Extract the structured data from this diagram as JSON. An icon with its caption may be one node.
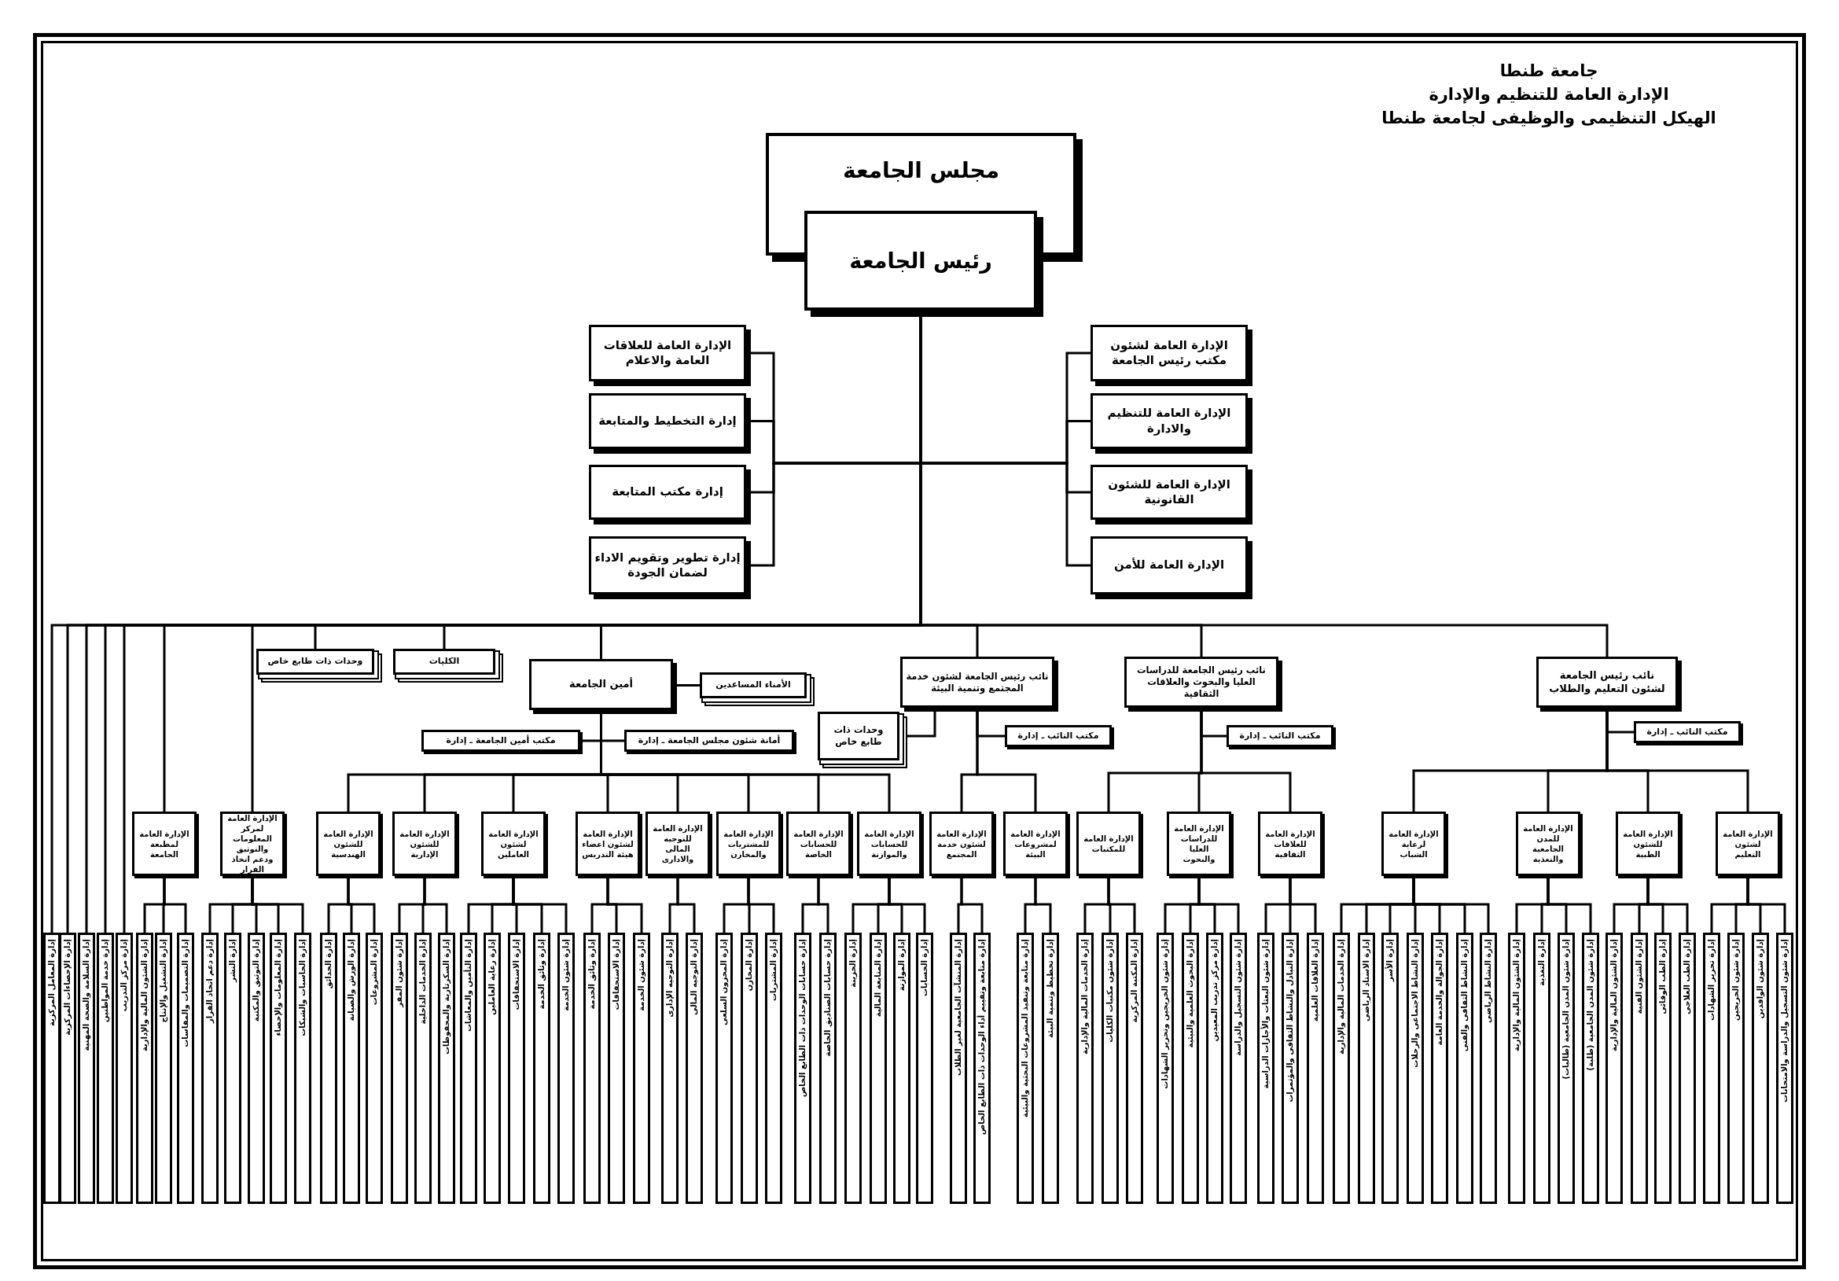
{
  "diagram": {
    "nodes": [
      {
        "text": [
          "مجلس الجامعة"
        ]
      },
      {
        "text": [
          "رئيس الجامعة"
        ]
      },
      {
        "text": [
          "الإدارة العامة للعلاقات العامة والاعلام"
        ]
      },
      {
        "text": [
          "إدارة التخطيط والمتابعة"
        ]
      },
      {
        "text": [
          "إدارة مكتب المتابعة"
        ]
      },
      {
        "text": [
          "إدارة تطوير وتقويم الاداء لضمان الجودة"
        ]
      },
      {
        "text": [
          "الإدارة العامة لشئون مكتب رئيس الجامعة"
        ]
      },
      {
        "text": [
          "الإدارة العامة للتنظيم والادارة"
        ]
      },
      {
        "text": [
          "الإدارة العامة للشئون القانونية"
        ]
      },
      {
        "text": [
          "الإدارة العامة للأمن"
        ]
      },
      {
        "text": [
          "وحدات ذات طابع خاص"
        ]
      },
      {
        "text": [
          "الكليات"
        ]
      },
      {
        "text": [
          "أمين الجامعة"
        ]
      },
      {
        "text": [
          "الأمناء المساعدين"
        ]
      },
      {
        "text": [
          "مكتب أمين الجامعة ـ إدارة"
        ]
      },
      {
        "text": [
          "أمانة شئون مجلس الجامعة ـ إدارة"
        ]
      },
      {
        "text": [
          "نائب رئيس الجامعة لشئون خدمة المجتمع وتنمية البيئة"
        ]
      },
      {
        "text": [
          "وحدات ذات طابع خاص"
        ]
      },
      {
        "text": [
          "مكتب النائب ـ إدارة"
        ]
      },
      {
        "text": [
          "نائب رئيس الجامعة للدراسات العليا والبحوث والعلاقات الثقافية"
        ]
      },
      {
        "text": [
          "مكتب النائب ـ إدارة"
        ]
      },
      {
        "text": [
          "نائب رئيس الجامعة لشئون التعليم والطلاب"
        ]
      },
      {
        "text": [
          "مكتب النائب ـ إدارة"
        ]
      },
      {
        "text": [
          "الإدارة العامة لمطبعة الجامعة"
        ]
      },
      {
        "text": [
          "الإدارة العامة لمركز المعلومات والتوثيق ودعم اتخاذ القرار"
        ]
      },
      {
        "text": [
          "الإدارة العامة للشئون الهندسية"
        ]
      },
      {
        "text": [
          "الإدارة العامة للشئون الإدارية"
        ]
      },
      {
        "text": [
          "الإدارة العامة لشئون العاملين"
        ]
      },
      {
        "text": [
          "الإدارة العامة لشئون اعضاء هيئة التدريس"
        ]
      },
      {
        "text": [
          "الإدارة العامة للتوجيه المالى والادارى"
        ]
      },
      {
        "text": [
          "الإدارة العامة للمشتريات والمخازن"
        ]
      },
      {
        "text": [
          "الإدارة العامة للحسابات الخاصة"
        ]
      },
      {
        "text": [
          "الإدارة العامة للحسابات والموازنة"
        ]
      },
      {
        "text": [
          "الإدارة العامة لشئون خدمة المجتمع"
        ]
      },
      {
        "text": [
          "الإدارة العامة لمشروعات البيئة"
        ]
      },
      {
        "text": [
          "الإدارة العامة للمكتبات"
        ]
      },
      {
        "text": [
          "الإدارة العامة للدراسات العليا والبحوث"
        ]
      },
      {
        "text": [
          "الإدارة العامة للعلاقات الثقافية"
        ]
      },
      {
        "text": [
          "الإدارة العامة لرعاية الشباب"
        ]
      },
      {
        "text": [
          "الإدارة العامة للمدن الجامعية والتغذية"
        ]
      },
      {
        "text": [
          "الإدارة العامة للشئون الطبية"
        ]
      },
      {
        "text": [
          "الإدارة العامة لشئون التعليم"
        ]
      },
      {
        "text": [
          "إدارة المعامل المركزية"
        ]
      },
      {
        "text": [
          "إدارة الإحصاءات المركزية"
        ]
      },
      {
        "text": [
          "إدارة السلامة والصحة المهنية"
        ]
      },
      {
        "text": [
          "إدارة خدمة المواطنين"
        ]
      },
      {
        "text": [
          "إدارة مركز التدريب"
        ]
      },
      {
        "text": [
          "إدارة الشئون المالية والإدارية"
        ]
      },
      {
        "text": [
          "إدارة التشغيل والإنتاج"
        ]
      },
      {
        "text": [
          "إدارة التصميمات والمقاسات"
        ]
      },
      {
        "text": [
          "إدارة دعم اتخاذ القرار"
        ]
      },
      {
        "text": [
          "إدارة النشر"
        ]
      },
      {
        "text": [
          "إدارة التوثيق والمكتبة"
        ]
      },
      {
        "text": [
          "إدارة المعلومات والإحصاء"
        ]
      },
      {
        "text": [
          "إدارة الحاسبات والشبكات"
        ]
      },
      {
        "text": [
          "إدارة الحدائق"
        ]
      },
      {
        "text": [
          "إدارة الورش والصيانة"
        ]
      },
      {
        "text": [
          "إدارة المشروعات"
        ]
      },
      {
        "text": [
          "إدارة شئون المقر"
        ]
      },
      {
        "text": [
          "إدارة الخدمات الداخلية"
        ]
      },
      {
        "text": [
          "إدارة السكرتارية والمحفوظات"
        ]
      },
      {
        "text": [
          "إدارة التأمين والمعاشات"
        ]
      },
      {
        "text": [
          "إدارة رعاية العاملين"
        ]
      },
      {
        "text": [
          "إدارة الاستحقاقات"
        ]
      },
      {
        "text": [
          "إدارة وثائق الخدمة"
        ]
      },
      {
        "text": [
          "إدارة شئون الخدمة"
        ]
      },
      {
        "text": [
          "إدارة وثائق الخدمة"
        ]
      },
      {
        "text": [
          "إدارة الاستحقاقات"
        ]
      },
      {
        "text": [
          "إدارة شئون الخدمة"
        ]
      },
      {
        "text": [
          "إدارة التوجيه الإدارى"
        ]
      },
      {
        "text": [
          "إدارة التوجيه المالى"
        ]
      },
      {
        "text": [
          "إدارة المخزون السلعى"
        ]
      },
      {
        "text": [
          "إدارة المخازن"
        ]
      },
      {
        "text": [
          "إدارة المشتريات"
        ]
      },
      {
        "text": [
          "إدارة حسابات الوحدات ذات الطابع الخاص"
        ]
      },
      {
        "text": [
          "إدارة حسابات الصناديق الخاصة"
        ]
      },
      {
        "text": [
          "إدارة الخزينة"
        ]
      },
      {
        "text": [
          "إدارة المتابعة المالية"
        ]
      },
      {
        "text": [
          "إدارة الموازنة"
        ]
      },
      {
        "text": [
          "إدارة الحسابات"
        ]
      },
      {
        "text": [
          "إدارة المنشآت الجامعية لغير الطلاب"
        ]
      },
      {
        "text": [
          "إدارة متابعة وتقييم أداء الوحدات ذات الطابع الخاص"
        ]
      },
      {
        "text": [
          "إدارة متابعة وتنفيذ المشروعات البحثية والبيئية"
        ]
      },
      {
        "text": [
          "إدارة تخطيط وتنمية البيئة"
        ]
      },
      {
        "text": [
          "إدارة الخدمات المالية والإدارية"
        ]
      },
      {
        "text": [
          "إدارة شئون مكتبات الكليات"
        ]
      },
      {
        "text": [
          "إدارة المكتبة المركزية"
        ]
      },
      {
        "text": [
          "إدارة شئون الخريجين وتحرير الشهادات"
        ]
      },
      {
        "text": [
          "إدارة البحوث العلمية والبيئية"
        ]
      },
      {
        "text": [
          "إدارة مركز تدريب المعيدين"
        ]
      },
      {
        "text": [
          "إدارة شئون التسجيل والدراسة"
        ]
      },
      {
        "text": [
          "إدارة شئون البعثات والأجازات الدراسية"
        ]
      },
      {
        "text": [
          "إدارة التبادل والنشاط الثقافى والمؤتمرات"
        ]
      },
      {
        "text": [
          "إدارة العلاقات العلمية"
        ]
      },
      {
        "text": [
          "إدارة الخدمات المالية والإدارية"
        ]
      },
      {
        "text": [
          "إدارة الاستاد الرياضى"
        ]
      },
      {
        "text": [
          "إدارة الأسر"
        ]
      },
      {
        "text": [
          "إدارة النشاط الاجتماعى والرحلات"
        ]
      },
      {
        "text": [
          "إدارة الجوالة والخدمة العامة"
        ]
      },
      {
        "text": [
          "إدارة النشاط الثقافى والفنى"
        ]
      },
      {
        "text": [
          "إدارة النشاط الرياضى"
        ]
      },
      {
        "text": [
          "إدارة الشئون المالية والإدارية"
        ]
      },
      {
        "text": [
          "إدارة التغذية"
        ]
      },
      {
        "text": [
          "إدارة شئون المدن الجامعية (طالبات)"
        ]
      },
      {
        "text": [
          "إدارة شئون المدن الجامعية (طلبة)"
        ]
      },
      {
        "text": [
          "إدارة الشئون المالية والإدارية"
        ]
      },
      {
        "text": [
          "إدارة الشئون الفنية"
        ]
      },
      {
        "text": [
          "إدارة الطب الوقائى"
        ]
      },
      {
        "text": [
          "إدارة الطب العلاجى"
        ]
      },
      {
        "text": [
          "إدارة تحرير الشهادات"
        ]
      },
      {
        "text": [
          "إدارة شئون الخريجين"
        ]
      },
      {
        "text": [
          "إدارة شئون الوافدين"
        ]
      },
      {
        "text": [
          "إدارة شئون التسجيل والدراسة والامتحانات"
        ]
      }
    ],
    "edges": [
      {
        "from": 1,
        "to": 2,
        "arrow": "none"
      },
      {
        "from": 1,
        "to": 3,
        "arrow": "none"
      },
      {
        "from": 1,
        "to": 4,
        "arrow": "none"
      },
      {
        "from": 1,
        "to": 5,
        "arrow": "none"
      },
      {
        "from": 1,
        "to": 6,
        "arrow": "none"
      },
      {
        "from": 1,
        "to": 7,
        "arrow": "none"
      },
      {
        "from": 1,
        "to": 8,
        "arrow": "none"
      },
      {
        "from": 1,
        "to": 9,
        "arrow": "none"
      },
      {
        "from": 1,
        "to": 42,
        "arrow": "none"
      },
      {
        "from": 1,
        "to": 43,
        "arrow": "none"
      },
      {
        "from": 1,
        "to": 44,
        "arrow": "none"
      },
      {
        "from": 1,
        "to": 45,
        "arrow": "none"
      },
      {
        "from": 1,
        "to": 46,
        "arrow": "none"
      },
      {
        "from": 1,
        "to": 23,
        "arrow": "none"
      },
      {
        "from": 1,
        "to": 24,
        "arrow": "none"
      },
      {
        "from": 1,
        "to": 10,
        "arrow": "none"
      },
      {
        "from": 1,
        "to": 11,
        "arrow": "none"
      },
      {
        "from": 1,
        "to": 12,
        "arrow": "none"
      },
      {
        "from": 1,
        "to": 16,
        "arrow": "none"
      },
      {
        "from": 1,
        "to": 19,
        "arrow": "none"
      },
      {
        "from": 1,
        "to": 21,
        "arrow": "none"
      },
      {
        "from": 12,
        "to": 13,
        "arrow": "none"
      },
      {
        "from": 12,
        "to": 14,
        "arrow": "none"
      },
      {
        "from": 12,
        "to": 15,
        "arrow": "none"
      },
      {
        "from": 16,
        "to": 17,
        "arrow": "none"
      },
      {
        "from": 16,
        "to": 18,
        "arrow": "none"
      },
      {
        "from": 19,
        "to": 20,
        "arrow": "none"
      },
      {
        "from": 21,
        "to": 22,
        "arrow": "none"
      },
      {
        "from": 12,
        "to": 25,
        "arrow": "none"
      },
      {
        "from": 12,
        "to": 26,
        "arrow": "none"
      },
      {
        "from": 12,
        "to": 27,
        "arrow": "none"
      },
      {
        "from": 12,
        "to": 28,
        "arrow": "none"
      },
      {
        "from": 12,
        "to": 29,
        "arrow": "none"
      },
      {
        "from": 12,
        "to": 30,
        "arrow": "none"
      },
      {
        "from": 12,
        "to": 31,
        "arrow": "none"
      },
      {
        "from": 12,
        "to": 32,
        "arrow": "none"
      },
      {
        "from": 16,
        "to": 33,
        "arrow": "none"
      },
      {
        "from": 16,
        "to": 34,
        "arrow": "none"
      },
      {
        "from": 19,
        "to": 35,
        "arrow": "none"
      },
      {
        "from": 19,
        "to": 36,
        "arrow": "none"
      },
      {
        "from": 19,
        "to": 37,
        "arrow": "none"
      },
      {
        "from": 21,
        "to": 38,
        "arrow": "none"
      },
      {
        "from": 21,
        "to": 39,
        "arrow": "none"
      },
      {
        "from": 21,
        "to": 40,
        "arrow": "none"
      },
      {
        "from": 21,
        "to": 41,
        "arrow": "none"
      },
      {
        "from": 23,
        "to": 47,
        "arrow": "none"
      },
      {
        "from": 23,
        "to": 48,
        "arrow": "none"
      },
      {
        "from": 23,
        "to": 49,
        "arrow": "none"
      },
      {
        "from": 24,
        "to": 50,
        "arrow": "none"
      },
      {
        "from": 24,
        "to": 51,
        "arrow": "none"
      },
      {
        "from": 24,
        "to": 52,
        "arrow": "none"
      },
      {
        "from": 24,
        "to": 53,
        "arrow": "none"
      },
      {
        "from": 24,
        "to": 54,
        "arrow": "none"
      },
      {
        "from": 25,
        "to": 55,
        "arrow": "none"
      },
      {
        "from": 25,
        "to": 56,
        "arrow": "none"
      },
      {
        "from": 25,
        "to": 57,
        "arrow": "none"
      },
      {
        "from": 26,
        "to": 58,
        "arrow": "none"
      },
      {
        "from": 26,
        "to": 59,
        "arrow": "none"
      },
      {
        "from": 26,
        "to": 60,
        "arrow": "none"
      },
      {
        "from": 27,
        "to": 61,
        "arrow": "none"
      },
      {
        "from": 27,
        "to": 62,
        "arrow": "none"
      },
      {
        "from": 27,
        "to": 63,
        "arrow": "none"
      },
      {
        "from": 27,
        "to": 64,
        "arrow": "none"
      },
      {
        "from": 27,
        "to": 65,
        "arrow": "none"
      },
      {
        "from": 28,
        "to": 66,
        "arrow": "none"
      },
      {
        "from": 28,
        "to": 67,
        "arrow": "none"
      },
      {
        "from": 28,
        "to": 68,
        "arrow": "none"
      },
      {
        "from": 29,
        "to": 69,
        "arrow": "none"
      },
      {
        "from": 29,
        "to": 70,
        "arrow": "none"
      },
      {
        "from": 30,
        "to": 71,
        "arrow": "none"
      },
      {
        "from": 30,
        "to": 72,
        "arrow": "none"
      },
      {
        "from": 30,
        "to": 73,
        "arrow": "none"
      },
      {
        "from": 31,
        "to": 74,
        "arrow": "none"
      },
      {
        "from": 31,
        "to": 75,
        "arrow": "none"
      },
      {
        "from": 32,
        "to": 76,
        "arrow": "none"
      },
      {
        "from": 32,
        "to": 77,
        "arrow": "none"
      },
      {
        "from": 32,
        "to": 78,
        "arrow": "none"
      },
      {
        "from": 32,
        "to": 79,
        "arrow": "none"
      },
      {
        "from": 33,
        "to": 80,
        "arrow": "none"
      },
      {
        "from": 33,
        "to": 81,
        "arrow": "none"
      },
      {
        "from": 34,
        "to": 82,
        "arrow": "none"
      },
      {
        "from": 34,
        "to": 83,
        "arrow": "none"
      },
      {
        "from": 35,
        "to": 84,
        "arrow": "none"
      },
      {
        "from": 35,
        "to": 85,
        "arrow": "none"
      },
      {
        "from": 35,
        "to": 86,
        "arrow": "none"
      },
      {
        "from": 36,
        "to": 87,
        "arrow": "none"
      },
      {
        "from": 36,
        "to": 88,
        "arrow": "none"
      },
      {
        "from": 36,
        "to": 89,
        "arrow": "none"
      },
      {
        "from": 36,
        "to": 90,
        "arrow": "none"
      },
      {
        "from": 37,
        "to": 91,
        "arrow": "none"
      },
      {
        "from": 37,
        "to": 92,
        "arrow": "none"
      },
      {
        "from": 37,
        "to": 93,
        "arrow": "none"
      },
      {
        "from": 38,
        "to": 94,
        "arrow": "none"
      },
      {
        "from": 38,
        "to": 95,
        "arrow": "none"
      },
      {
        "from": 38,
        "to": 96,
        "arrow": "none"
      },
      {
        "from": 38,
        "to": 97,
        "arrow": "none"
      },
      {
        "from": 38,
        "to": 98,
        "arrow": "none"
      },
      {
        "from": 38,
        "to": 99,
        "arrow": "none"
      },
      {
        "from": 38,
        "to": 100,
        "arrow": "none"
      },
      {
        "from": 39,
        "to": 101,
        "arrow": "none"
      },
      {
        "from": 39,
        "to": 102,
        "arrow": "none"
      },
      {
        "from": 39,
        "to": 103,
        "arrow": "none"
      },
      {
        "from": 39,
        "to": 104,
        "arrow": "none"
      },
      {
        "from": 40,
        "to": 105,
        "arrow": "none"
      },
      {
        "from": 40,
        "to": 106,
        "arrow": "none"
      },
      {
        "from": 40,
        "to": 107,
        "arrow": "none"
      },
      {
        "from": 40,
        "to": 108,
        "arrow": "none"
      },
      {
        "from": 41,
        "to": 109,
        "arrow": "none"
      },
      {
        "from": 41,
        "to": 110,
        "arrow": "none"
      },
      {
        "from": 41,
        "to": 111,
        "arrow": "none"
      },
      {
        "from": 41,
        "to": 112,
        "arrow": "none"
      }
    ],
    "labels": [
      "جامعة طنطا",
      "الإدارة العامة للتنظيم والإدارة",
      "الهيكل التنظيمى والوظيفى لجامعة طنطا"
    ]
  }
}
